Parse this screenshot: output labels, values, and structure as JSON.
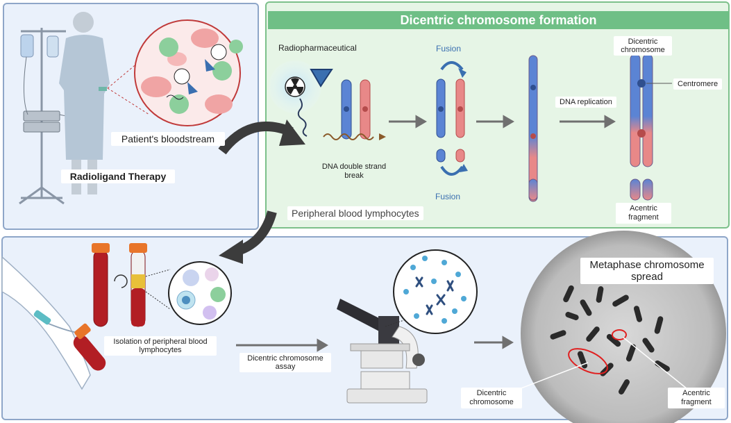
{
  "panel_top_left": {
    "therapy_label": "Radioligand Therapy",
    "bloodstream_label": "Patient's bloodstream"
  },
  "panel_top_right": {
    "title": "Dicentric chromosome formation",
    "radiopharmaceutical_label": "Radiopharmaceutical",
    "dsb_label": "DNA double strand break",
    "fusion_top_label": "Fusion",
    "fusion_bottom_label": "Fusion",
    "replication_label": "DNA replication",
    "dicentric_label": "Dicentric chromosome",
    "centromere_label": "Centromere",
    "acentric_label": "Acentric fragment",
    "lymphocytes_label": "Peripheral blood lymphocytes"
  },
  "panel_bottom": {
    "isolation_label": "Isolation of peripheral blood lymphocytes",
    "assay_label": "Dicentric chromosome assay",
    "spread_title": "Metaphase chromosome  spread",
    "spread_dicentric_label": "Dicentric chromosome",
    "spread_acentric_label": "Acentric fragment"
  },
  "colors": {
    "panel_blue_bg": "#eaf1fb",
    "panel_blue_border": "#8ea6c8",
    "panel_green_bg": "#e6f5e6",
    "panel_green_border": "#7cc08a",
    "banner_green": "#6fbf86",
    "chrom_blue": "#5b84d4",
    "chrom_red": "#e88888",
    "arrow_grey": "#707070"
  }
}
